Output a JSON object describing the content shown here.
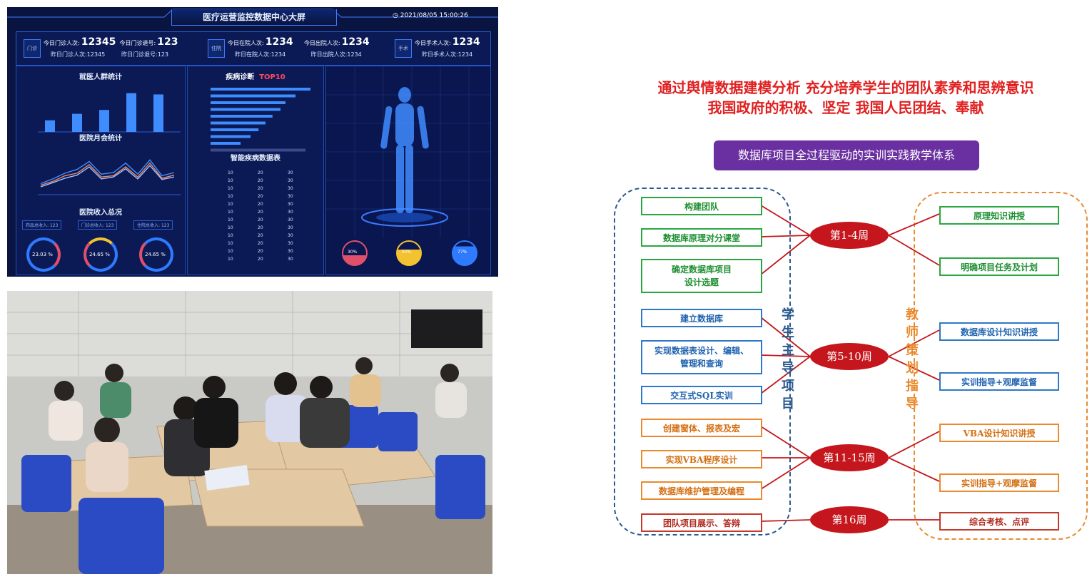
{
  "dashboard": {
    "title": "医疗运营监控数据中心大屏",
    "clock": "2021/08/05     15:00:26",
    "kpis": [
      {
        "icon_label": "门诊",
        "today_label": "今日门诊人次:",
        "today_value": "12345",
        "today2_label": "今日门诊退号:",
        "today2_value": "123",
        "yest_label": "昨日门诊人次:",
        "yest_value": "12345",
        "yest2_label": "昨日门诊退号:",
        "yest2_value": "123"
      },
      {
        "icon_label": "住院",
        "today_label": "今日在院人次:",
        "today_value": "1234",
        "today2_label": "今日出院人次:",
        "today2_value": "1234",
        "yest_label": "昨日在院人次:",
        "yest_value": "1234",
        "yest2_label": "昨日出院人次:",
        "yest2_value": "1234"
      },
      {
        "icon_label": "手术",
        "today_label": "今日手术人次:",
        "today_value": "1234",
        "yest_label": "昨日手术人次:",
        "yest_value": "1234"
      }
    ],
    "panel_people": "就医人群统计",
    "people_chart": {
      "type": "bar",
      "values": [
        900,
        1400,
        1700,
        3000,
        2900
      ]
    },
    "panel_monthly": "医院月会统计",
    "monthly_chart": {
      "type": "line",
      "series": [
        {
          "values": [
            350,
            500,
            680,
            800,
            1050,
            650,
            700,
            1000,
            650,
            1100,
            600,
            700
          ]
        },
        {
          "values": [
            300,
            420,
            600,
            680,
            950,
            560,
            600,
            880,
            560,
            1000,
            520,
            620
          ]
        },
        {
          "values": [
            250,
            380,
            520,
            620,
            880,
            500,
            560,
            820,
            500,
            920,
            480,
            560
          ]
        }
      ]
    },
    "panel_income": "医院收入总况",
    "income_labels": [
      "药品总收入:",
      "门诊总收入:",
      "住院总收入:"
    ],
    "income_values": [
      "123",
      "123",
      "123"
    ],
    "gauges": [
      "23.03 %",
      "24.65 %",
      "24.65 %"
    ],
    "panel_disease": "疾病诊断",
    "top10": "TOP10",
    "disease_chart": {
      "type": "bar",
      "values": [
        100,
        85,
        75,
        70,
        62,
        55,
        48,
        40,
        30,
        95
      ]
    },
    "panel_table": "智能疾病数据表",
    "table_rows": [
      [
        "10",
        "20",
        "30"
      ],
      [
        "10",
        "20",
        "30"
      ],
      [
        "10",
        "20",
        "30"
      ],
      [
        "10",
        "20",
        "30"
      ],
      [
        "10",
        "20",
        "30"
      ],
      [
        "10",
        "20",
        "30"
      ],
      [
        "10",
        "20",
        "30"
      ],
      [
        "10",
        "20",
        "30"
      ],
      [
        "10",
        "20",
        "30"
      ],
      [
        "10",
        "20",
        "30"
      ],
      [
        "10",
        "20",
        "30"
      ],
      [
        "10",
        "20",
        "30"
      ]
    ],
    "bottom_gauges": [
      "30%",
      "60%",
      "77%"
    ],
    "colors": {
      "bg": "#0a1440",
      "accent": "#3d7bff",
      "gauge_red": "#e0506a",
      "gauge_yellow": "#f2c230",
      "gauge_blue": "#2f7bff"
    }
  },
  "diagram": {
    "headline1": "通过舆情数据建模分析 充分培养学生的团队素养和思辨意识",
    "headline2": "我国政府的积极、坚定  我国人民团结、奉献",
    "banner": "数据库项目全过程驱动的实训实践教学体系",
    "left_label": [
      "学",
      "生",
      "主",
      "导",
      "项",
      "目"
    ],
    "right_label": [
      "教",
      "师",
      "策",
      "划",
      "指",
      "导"
    ],
    "weeks": [
      "第1-4周",
      "第5-10周",
      "第11-15周",
      "第16周"
    ],
    "left_boxes": [
      "构建团队",
      "数据库原理对分课堂",
      "确定数据库项目\n设计选题",
      "建立数据库",
      "实现数据表设计、编辑、\n管理和查询",
      "交互式SQL实训",
      "创建窗体、报表及宏",
      "实现VBA程序设计",
      "数据库维护管理及编程",
      "团队项目展示、答辩"
    ],
    "right_boxes": [
      "原理知识讲授",
      "明确项目任务及计划",
      "数据库设计知识讲授",
      "实训指导+观摩监督",
      "VBA设计知识讲授",
      "实训指导+观摩监督",
      "综合考核、点评"
    ],
    "colors": {
      "red": "#c4161c",
      "purple": "#6a2fa0",
      "green": "#2aa840",
      "blue": "#2f78c7",
      "orange": "#ea8a2e"
    }
  }
}
